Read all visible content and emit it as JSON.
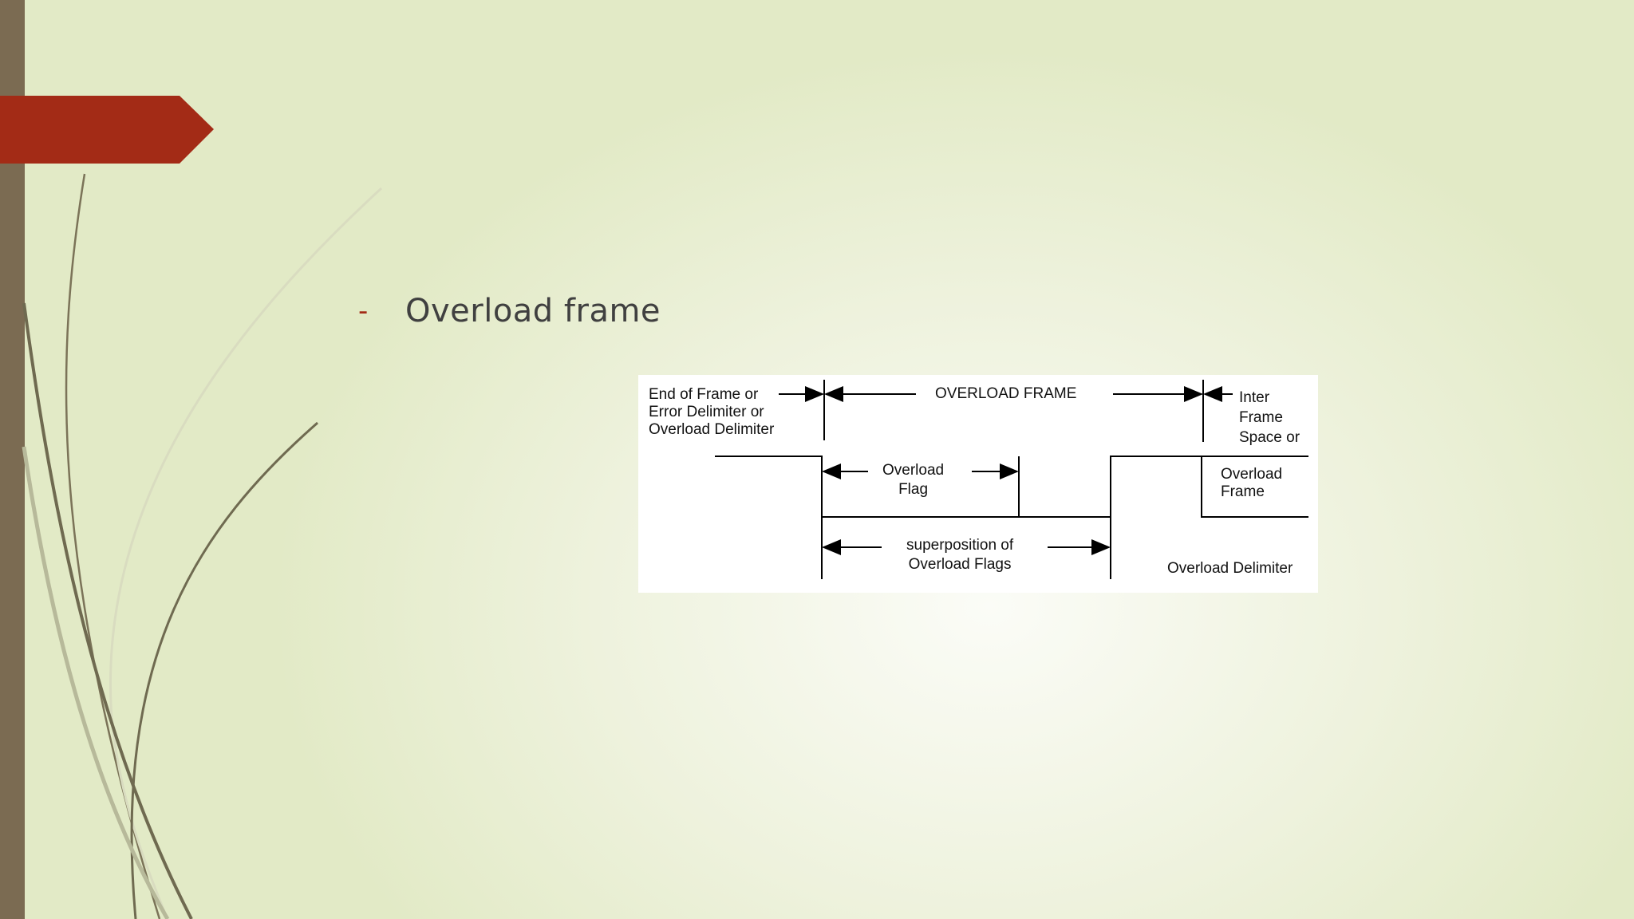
{
  "slide": {
    "bullet_marker": "-",
    "bullet_text": "Overload frame"
  },
  "diagram": {
    "labels": {
      "eof": "End of Frame or\nError Delimiter or\nOverload Delimiter",
      "overload_frame": "OVERLOAD FRAME",
      "inter_frame": "Inter\nFrame\nSpace or",
      "overload_flag": "Overload\nFlag",
      "overload_frame_right": "Overload\nFrame",
      "superposition": "superposition of\nOverload Flags",
      "overload_delimiter": "Overload Delimiter"
    }
  },
  "colors": {
    "accent": "#a32b16",
    "left_bar": "#7b6b52",
    "text": "#404040"
  }
}
